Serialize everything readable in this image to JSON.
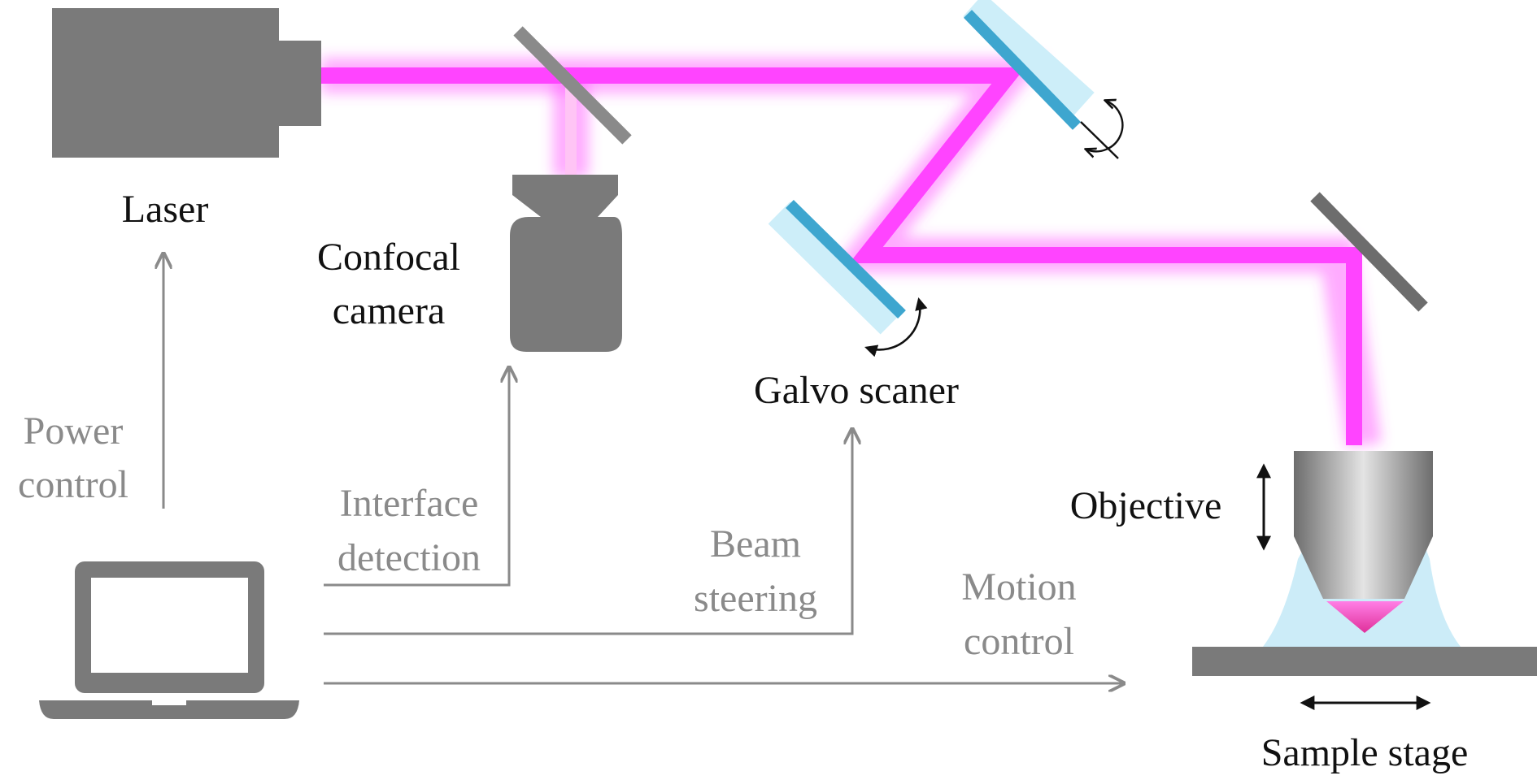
{
  "components": {
    "laser": {
      "label": "Laser"
    },
    "confocal_camera": {
      "label_line1": "Confocal",
      "label_line2": "camera"
    },
    "galvo_scanner": {
      "label": "Galvo scaner"
    },
    "objective": {
      "label": "Objective"
    },
    "sample_stage": {
      "label": "Sample stage"
    }
  },
  "control_signals": {
    "power_control": {
      "line1": "Power",
      "line2": "control"
    },
    "interface_detection": {
      "line1": "Interface",
      "line2": "detection"
    },
    "beam_steering": {
      "line1": "Beam",
      "line2": "steering"
    },
    "motion_control": {
      "line1": "Motion",
      "line2": "control"
    }
  },
  "colors": {
    "beam": "#ff44ff",
    "hardware": "#7a7a7a",
    "galvo_mirror": "#3ea6cf",
    "galvo_backing": "#cdeef9",
    "signal_arrow": "#8a8a8a",
    "label_dark": "#111111",
    "label_grey": "#8a8a8a"
  },
  "icons": {
    "computer": "laptop-icon",
    "rotation": "rotation-arrow-icon",
    "vertical_motion": "double-arrow-vertical-icon",
    "horizontal_motion": "double-arrow-horizontal-icon"
  }
}
